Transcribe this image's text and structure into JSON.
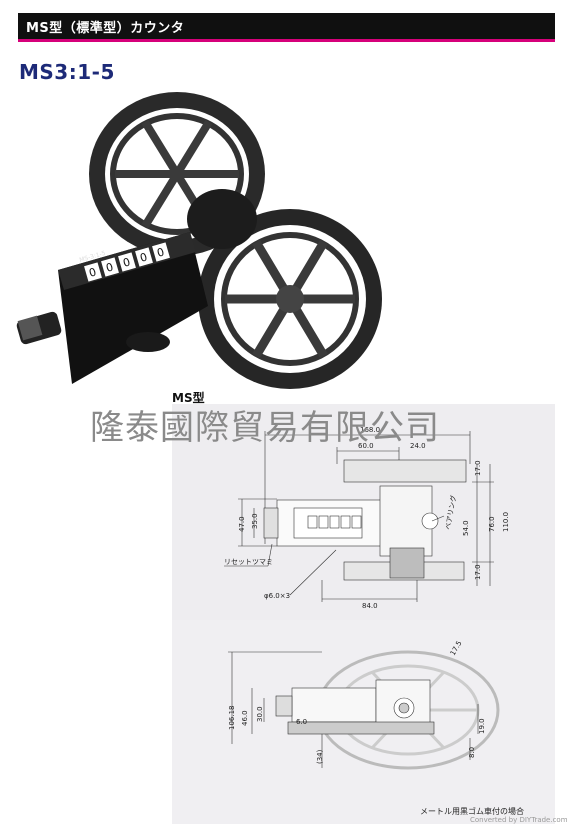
{
  "header": {
    "title": "MS型（標準型）カウンタ"
  },
  "model": {
    "name": "MS3:1-5"
  },
  "drawing_label": "MS型",
  "watermark": "隆泰國際貿易有限公司",
  "product_photo": {
    "counter_label": "MS-3:1-5",
    "digits": [
      "0",
      "0",
      "0",
      "0",
      "0"
    ]
  },
  "dimensions_top": {
    "overall_width": "168.0",
    "d1": "60.0",
    "d2": "24.0",
    "h_top": "17.0",
    "h_mid": "76.0",
    "h_total": "110.0",
    "h_bottom": "17.0",
    "left_47": "47.0",
    "left_35": "35.0",
    "inner_54": "54.0",
    "base_84": "84.0",
    "hole": "φ6.0×3",
    "reset_knob_label": "リセットツマミ",
    "bearing_label": "ベアリング"
  },
  "dimensions_bottom": {
    "h_106": "106.18",
    "h_46": "46.0",
    "h_30": "30.0",
    "d_6": "6.0",
    "d_34": "(34)",
    "d_19": "19.0",
    "d_8": "8.0",
    "angle": "17.5"
  },
  "caption": "メートル用黒ゴム車付の場合",
  "footer_watermark": "Converted by DIYTrade.com"
}
